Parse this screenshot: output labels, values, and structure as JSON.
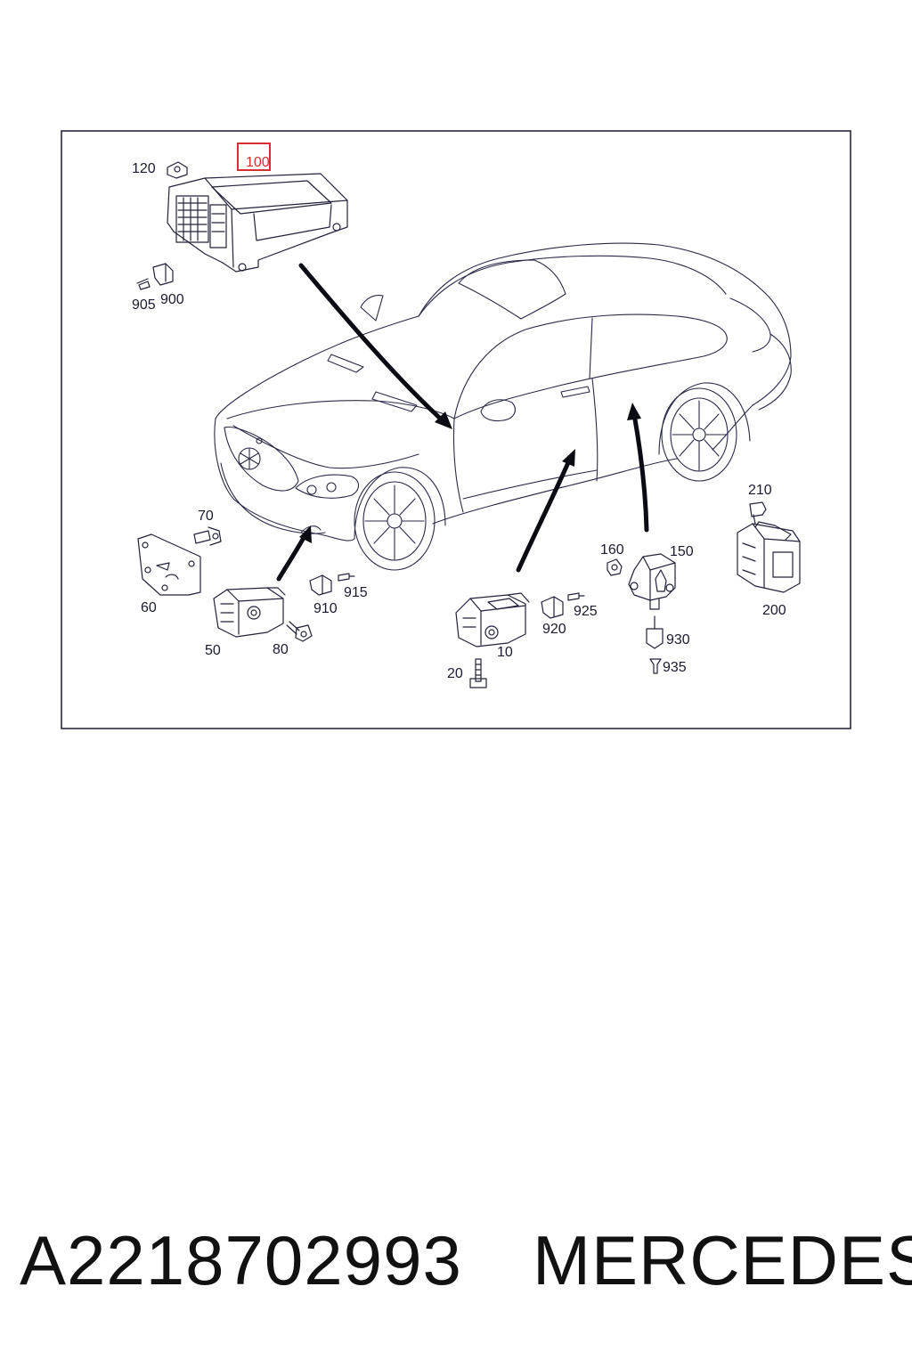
{
  "diagram": {
    "callouts": [
      {
        "id": "120",
        "text": "120"
      },
      {
        "id": "100",
        "text": "100",
        "highlighted": true
      },
      {
        "id": "905",
        "text": "905"
      },
      {
        "id": "900",
        "text": "900"
      },
      {
        "id": "70",
        "text": "70"
      },
      {
        "id": "60",
        "text": "60"
      },
      {
        "id": "915",
        "text": "915"
      },
      {
        "id": "910",
        "text": "910"
      },
      {
        "id": "50",
        "text": "50"
      },
      {
        "id": "80",
        "text": "80"
      },
      {
        "id": "160",
        "text": "160"
      },
      {
        "id": "150",
        "text": "150"
      },
      {
        "id": "925",
        "text": "925"
      },
      {
        "id": "920",
        "text": "920"
      },
      {
        "id": "10",
        "text": "10"
      },
      {
        "id": "20",
        "text": "20"
      },
      {
        "id": "930",
        "text": "930"
      },
      {
        "id": "935",
        "text": "935"
      },
      {
        "id": "210",
        "text": "210"
      },
      {
        "id": "200",
        "text": "200"
      }
    ],
    "highlight_color": "#d43030",
    "line_color": "#22223a"
  },
  "footer": {
    "part_number": "A2218702993",
    "brand": "MERCEDES"
  }
}
